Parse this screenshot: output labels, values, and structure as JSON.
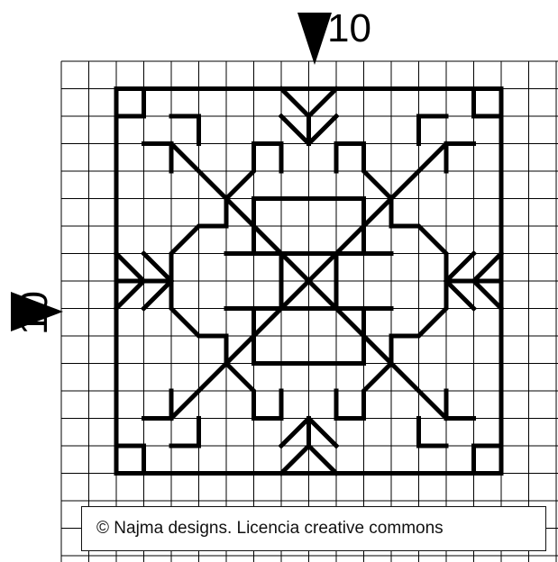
{
  "markers": {
    "top_count": "10",
    "left_count": "10"
  },
  "credit_text": "© Najma designs. Licencia creative commons"
}
